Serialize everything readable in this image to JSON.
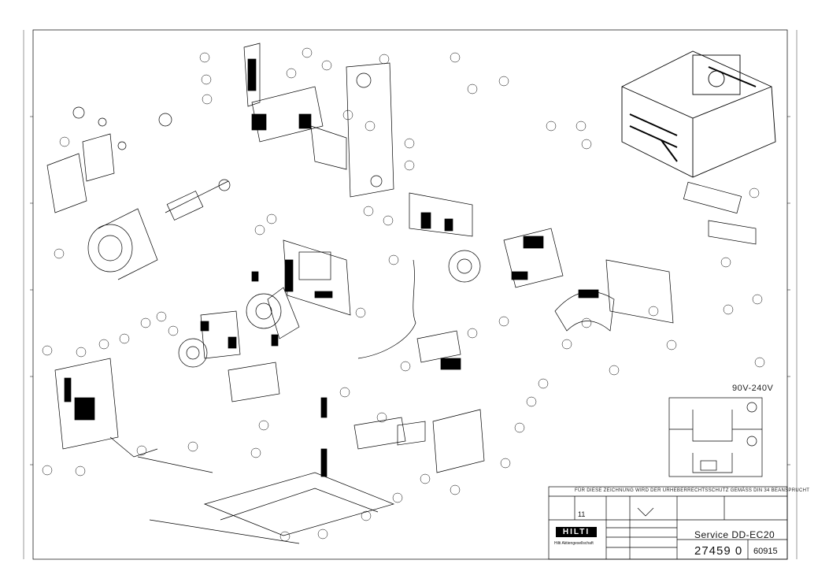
{
  "drawing": {
    "voltage_label": "90V-240V",
    "banner_text": "FÜR DIESE ZEICHNUNG WIRD DER URHEBERRECHTSSCHUTZ GEMÄSS DIN 34 BEANSPRUCHT",
    "title": "Service DD-EC20",
    "document_number": "27459 0",
    "sheet_code": "60915",
    "revision": "11",
    "brand": "HILTI",
    "company": "Hilti Aktiengesellschaft",
    "stroke_color": "#000000",
    "paper_color": "#ffffff"
  }
}
